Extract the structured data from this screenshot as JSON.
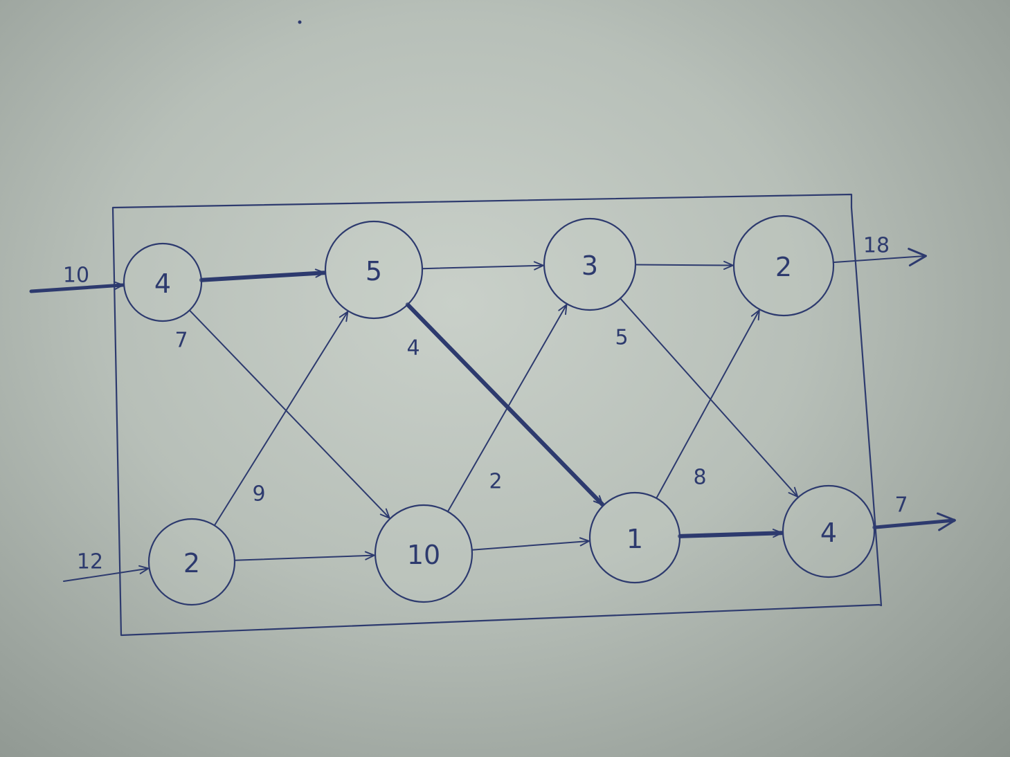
{
  "diagram": {
    "nodes": [
      {
        "id": "n1",
        "label": "4"
      },
      {
        "id": "n2",
        "label": "2"
      },
      {
        "id": "n3",
        "label": "5"
      },
      {
        "id": "n4",
        "label": "10"
      },
      {
        "id": "n5",
        "label": "3"
      },
      {
        "id": "n6",
        "label": "1"
      },
      {
        "id": "n7",
        "label": "2"
      },
      {
        "id": "n8",
        "label": "4"
      }
    ],
    "edges": [
      {
        "from": "n1",
        "to": "n3",
        "label": "",
        "bold": true
      },
      {
        "from": "n1",
        "to": "n4",
        "label": "7",
        "bold": false
      },
      {
        "from": "n2",
        "to": "n3",
        "label": "9",
        "bold": false
      },
      {
        "from": "n2",
        "to": "n4",
        "label": "",
        "bold": false
      },
      {
        "from": "n3",
        "to": "n5",
        "label": "",
        "bold": false
      },
      {
        "from": "n3",
        "to": "n6",
        "label": "4",
        "bold": true
      },
      {
        "from": "n4",
        "to": "n5",
        "label": "2",
        "bold": false
      },
      {
        "from": "n4",
        "to": "n6",
        "label": "",
        "bold": false
      },
      {
        "from": "n5",
        "to": "n7",
        "label": "",
        "bold": false
      },
      {
        "from": "n5",
        "to": "n8",
        "label": "5",
        "bold": false
      },
      {
        "from": "n6",
        "to": "n7",
        "label": "8",
        "bold": false
      },
      {
        "from": "n6",
        "to": "n8",
        "label": "",
        "bold": true
      }
    ],
    "inputs": [
      {
        "to": "n1",
        "label": "10",
        "bold": true
      },
      {
        "to": "n2",
        "label": "12",
        "bold": false
      }
    ],
    "outputs": [
      {
        "from": "n7",
        "label": "18",
        "bold": false
      },
      {
        "from": "n8",
        "label": "7",
        "bold": true
      }
    ],
    "colors": {
      "ink": "#2d3a6e",
      "paper": "#c9d0c9"
    }
  }
}
